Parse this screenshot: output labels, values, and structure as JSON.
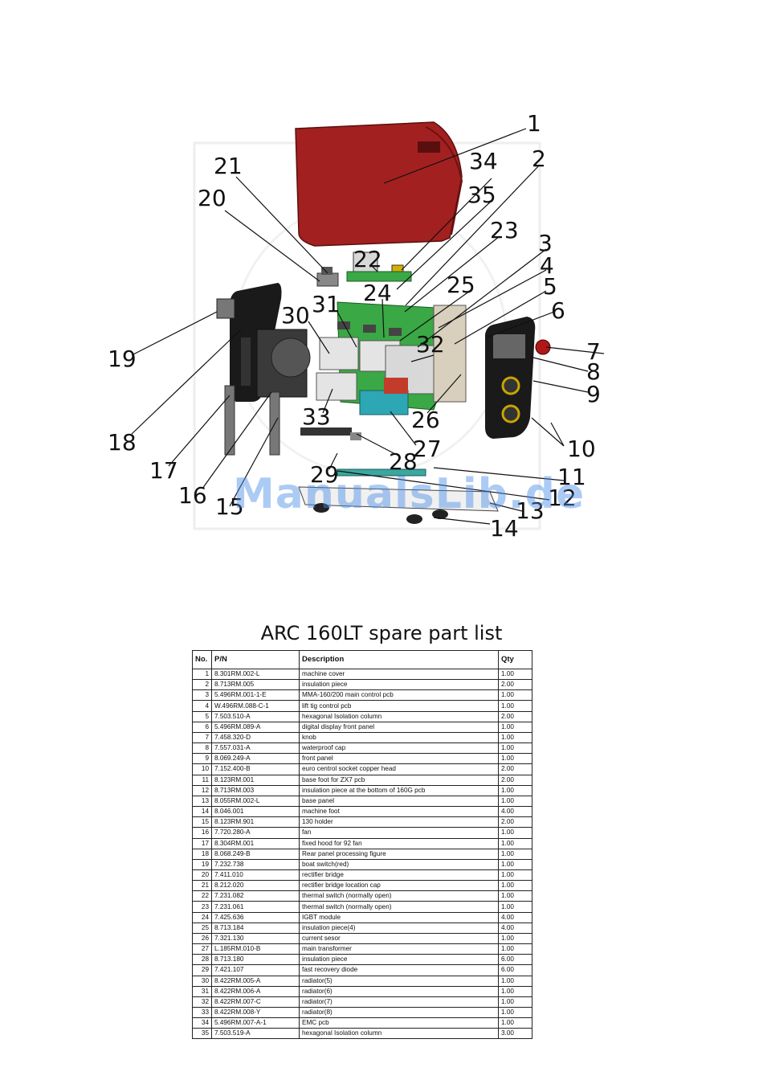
{
  "watermark": "ManualsLib.de",
  "diagram": {
    "callouts": [
      "1",
      "2",
      "3",
      "4",
      "5",
      "6",
      "7",
      "8",
      "9",
      "10",
      "11",
      "12",
      "13",
      "14",
      "15",
      "16",
      "17",
      "18",
      "19",
      "20",
      "21",
      "22",
      "23",
      "24",
      "25",
      "26",
      "27",
      "28",
      "29",
      "30",
      "31",
      "32",
      "33",
      "34",
      "35"
    ]
  },
  "table": {
    "title": "ARC 160LT spare part list",
    "headers": [
      "No.",
      "P/N",
      "Description",
      "Qty"
    ],
    "rows": [
      [
        "1",
        "8.301RM.002-L",
        "machine cover",
        "1.00"
      ],
      [
        "2",
        "8.713RM.005",
        "insulation piece",
        "2.00"
      ],
      [
        "3",
        "5.496RM.001-1-E",
        "MMA-160/200 main control pcb",
        "1.00"
      ],
      [
        "4",
        "W.496RM.088-C-1",
        "lift tig control pcb",
        "1.00"
      ],
      [
        "5",
        "7.503.510-A",
        "hexagonal Isolation column",
        "2.00"
      ],
      [
        "6",
        "5.496RM.089-A",
        "digital display front panel",
        "1.00"
      ],
      [
        "7",
        "7.458.320-D",
        "knob",
        "1.00"
      ],
      [
        "8",
        "7.557.031-A",
        "waterproof cap",
        "1.00"
      ],
      [
        "9",
        "8.069.249-A",
        "front panel",
        "1.00"
      ],
      [
        "10",
        "7.152.400-B",
        "euro centrol socket copper head",
        "2.00"
      ],
      [
        "11",
        "8.123RM.001",
        "base foot for ZX7 pcb",
        "2.00"
      ],
      [
        "12",
        "8.713RM.003",
        "insulation piece at the bottom of 160G pcb",
        "1.00"
      ],
      [
        "13",
        "8.055RM.002-L",
        "base panel",
        "1.00"
      ],
      [
        "14",
        "8.046.001",
        "machine foot",
        "4.00"
      ],
      [
        "15",
        "8.123RM.901",
        "130 holder",
        "2.00"
      ],
      [
        "16",
        "7.720.280-A",
        "fan",
        "1.00"
      ],
      [
        "17",
        "8.304RM.001",
        "fixed hood for 92 fan",
        "1.00"
      ],
      [
        "18",
        "8.068.249-B",
        "Rear panel processing figure",
        "1.00"
      ],
      [
        "19",
        "7.232.738",
        "boat switch(red)",
        "1.00"
      ],
      [
        "20",
        "7.411.010",
        "rectifier bridge",
        "1.00"
      ],
      [
        "21",
        "8.212.020",
        "rectifier bridge location cap",
        "1.00"
      ],
      [
        "22",
        "7.231.082",
        "thermal switch (normally open)",
        "1.00"
      ],
      [
        "23",
        "7.231.061",
        "thermal switch (normally open)",
        "1.00"
      ],
      [
        "24",
        "7.425.636",
        "IGBT module",
        "4.00"
      ],
      [
        "25",
        "8.713.184",
        "insulation piece(4)",
        "4.00"
      ],
      [
        "26",
        "7.321.130",
        "current sesor",
        "1.00"
      ],
      [
        "27",
        "L.185RM.010-B",
        "main transformer",
        "1.00"
      ],
      [
        "28",
        "8.713.180",
        "insulation piece",
        "6.00"
      ],
      [
        "29",
        "7.421.107",
        "fast recovery diode",
        "6.00"
      ],
      [
        "30",
        "8.422RM.005-A",
        "radiator(5)",
        "1.00"
      ],
      [
        "31",
        "8.422RM.006-A",
        "radiator(6)",
        "1.00"
      ],
      [
        "32",
        "8.422RM.007-C",
        "radiator(7)",
        "1.00"
      ],
      [
        "33",
        "8.422RM.008-Y",
        "radiator(8)",
        "1.00"
      ],
      [
        "34",
        "5.496RM.007-A-1",
        "EMC pcb",
        "1.00"
      ],
      [
        "35",
        "7.503.519-A",
        "hexagonal Isolation column",
        "3.00"
      ]
    ]
  },
  "colors": {
    "cover": "#a32020",
    "pcb": "#3aa845",
    "panel": "#1a1a1a",
    "watermark": "#468ce6"
  }
}
